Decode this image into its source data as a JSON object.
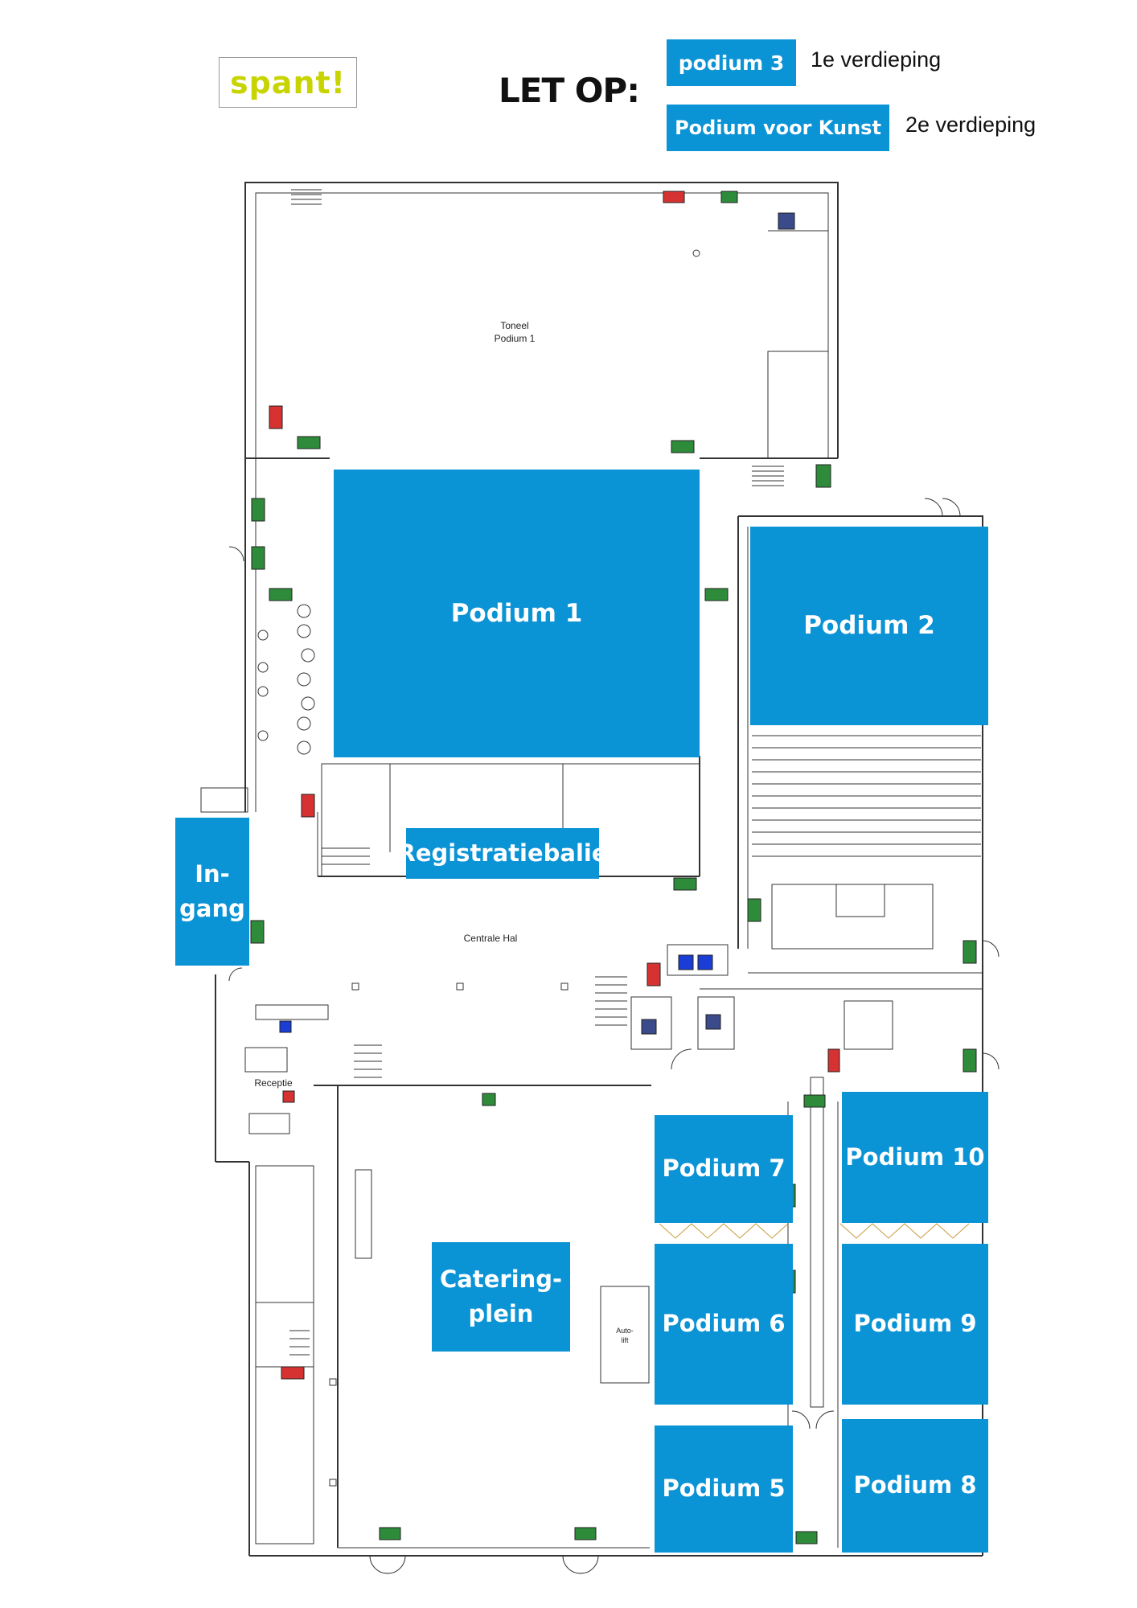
{
  "header": {
    "logo_text": "spant!",
    "notice_title": "LET OP:",
    "legend": [
      {
        "badge": "podium 3",
        "floor": "1e verdieping"
      },
      {
        "badge": "Podium voor Kunst",
        "floor": "2e verdieping"
      }
    ]
  },
  "zones": {
    "podium_1": "Podium 1",
    "podium_2": "Podium 2",
    "registratiebalie": "Registratiebalie",
    "ingang": "In-\ngang",
    "cateringplein": "Catering-\nplein",
    "podium_7": "Podium 7",
    "podium_6": "Podium 6",
    "podium_5": "Podium 5",
    "podium_10": "Podium 10",
    "podium_9": "Podium 9",
    "podium_8": "Podium 8"
  },
  "plan_labels": {
    "toneel": "Toneel\nPodium 1",
    "centrale_hal": "Centrale Hal",
    "receptie": "Receptie",
    "autolift": "Auto-\nlift"
  },
  "colors": {
    "zone_blue": "#0a93d5",
    "logo_green": "#c8d400",
    "wall": "#333333",
    "exit_sign": "#2e8b3a",
    "fire_equipment": "#d63232"
  }
}
